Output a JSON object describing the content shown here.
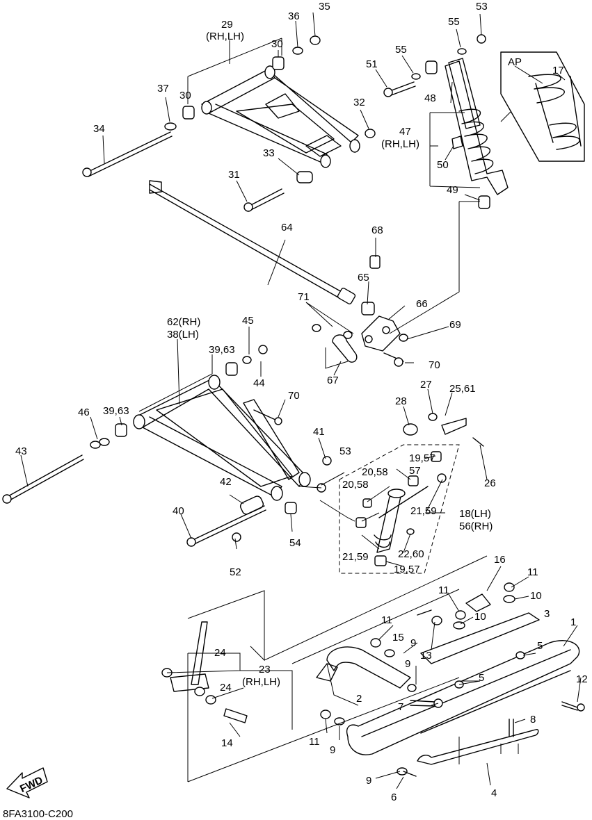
{
  "diagram_code": "8FA3100-C200",
  "fwd_label": "FWD",
  "assembly_box_label": "AP",
  "labels": {
    "p1": "1",
    "p2": "2",
    "p3": "3",
    "p4": "4",
    "p5a": "5",
    "p5b": "5",
    "p6": "6",
    "p7": "7",
    "p8": "8",
    "p9a": "9",
    "p9b": "9",
    "p9c": "9",
    "p9d": "9",
    "p10a": "10",
    "p10b": "10",
    "p11a": "11",
    "p11b": "11",
    "p11c": "11",
    "p11d": "11",
    "p12": "12",
    "p13": "13",
    "p14": "14",
    "p15": "15",
    "p16": "16",
    "p17": "17",
    "p18_56": "18(LH)",
    "p56": "56(RH)",
    "p19_57a": "19,57",
    "p19_57b": "19,57",
    "p20_58a": "20,58",
    "p20_58b": "20,58",
    "p21_59a": "21,59",
    "p21_59b": "21,59",
    "p22_60": "22,60",
    "p23": "23",
    "p23_side": "(RH,LH)",
    "p24a": "24",
    "p24b": "24",
    "p25_61": "25,61",
    "p26": "26",
    "p27": "27",
    "p28": "28",
    "p29": "29",
    "p29_side": "(RH,LH)",
    "p30a": "30",
    "p30b": "30",
    "p31": "31",
    "p32": "32",
    "p33": "33",
    "p34": "34",
    "p35": "35",
    "p36": "36",
    "p37": "37",
    "p38": "38(LH)",
    "p62": "62(RH)",
    "p39_63a": "39,63",
    "p39_63b": "39,63",
    "p40": "40",
    "p41": "41",
    "p42": "42",
    "p43": "43",
    "p44": "44",
    "p45": "45",
    "p46": "46",
    "p47": "47",
    "p47_side": "(RH,LH)",
    "p48": "48",
    "p49": "49",
    "p50": "50",
    "p51": "51",
    "p52": "52",
    "p53a": "53",
    "p53b": "53",
    "p54": "54",
    "p55a": "55",
    "p55b": "55",
    "p64": "64",
    "p65": "65",
    "p66": "66",
    "p67": "67",
    "p68": "68",
    "p69": "69",
    "p70a": "70",
    "p70b": "70",
    "p71": "71"
  }
}
